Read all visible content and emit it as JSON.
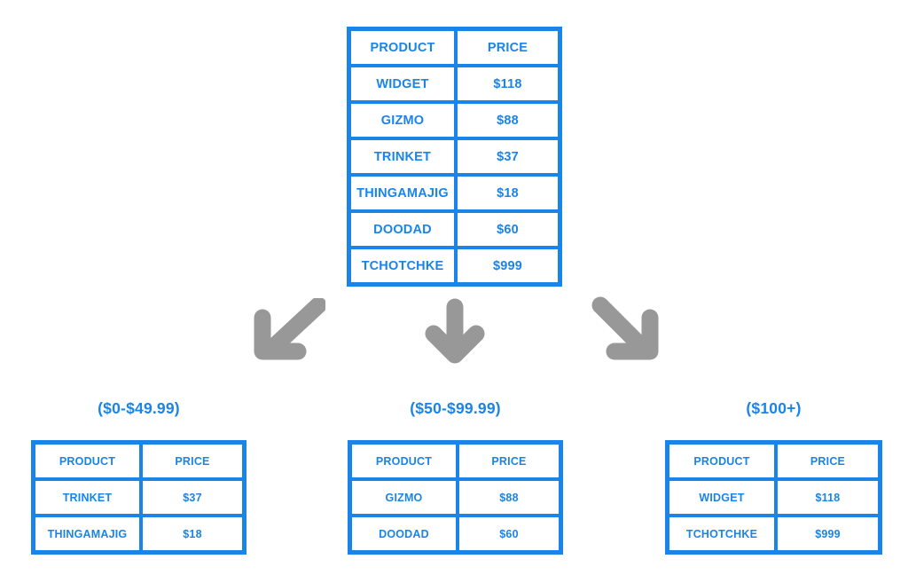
{
  "colors": {
    "table_blue": "#1a84e8",
    "arrow_gray": "#989898",
    "background": "#ffffff"
  },
  "source_table": {
    "name": "product-price-table",
    "columns": [
      "PRODUCT",
      "PRICE"
    ],
    "rows": [
      {
        "product": "WIDGET",
        "price": "$118"
      },
      {
        "product": "GIZMO",
        "price": "$88"
      },
      {
        "product": "TRINKET",
        "price": "$37"
      },
      {
        "product": "THINGAMAJIG",
        "price": "$18"
      },
      {
        "product": "DOODAD",
        "price": "$60"
      },
      {
        "product": "TCHOTCHKE",
        "price": "$999"
      }
    ]
  },
  "arrows": [
    {
      "name": "arrow-down-left-icon",
      "direction": "down-left"
    },
    {
      "name": "arrow-down-icon",
      "direction": "down"
    },
    {
      "name": "arrow-down-right-icon",
      "direction": "down-right"
    }
  ],
  "groups": [
    {
      "label": "($0-$49.99)",
      "columns": [
        "PRODUCT",
        "PRICE"
      ],
      "rows": [
        {
          "product": "TRINKET",
          "price": "$37"
        },
        {
          "product": "THINGAMAJIG",
          "price": "$18"
        }
      ]
    },
    {
      "label": "($50-$99.99)",
      "columns": [
        "PRODUCT",
        "PRICE"
      ],
      "rows": [
        {
          "product": "GIZMO",
          "price": "$88"
        },
        {
          "product": "DOODAD",
          "price": "$60"
        }
      ]
    },
    {
      "label": "($100+)",
      "columns": [
        "PRODUCT",
        "PRICE"
      ],
      "rows": [
        {
          "product": "WIDGET",
          "price": "$118"
        },
        {
          "product": "TCHOTCHKE",
          "price": "$999"
        }
      ]
    }
  ]
}
